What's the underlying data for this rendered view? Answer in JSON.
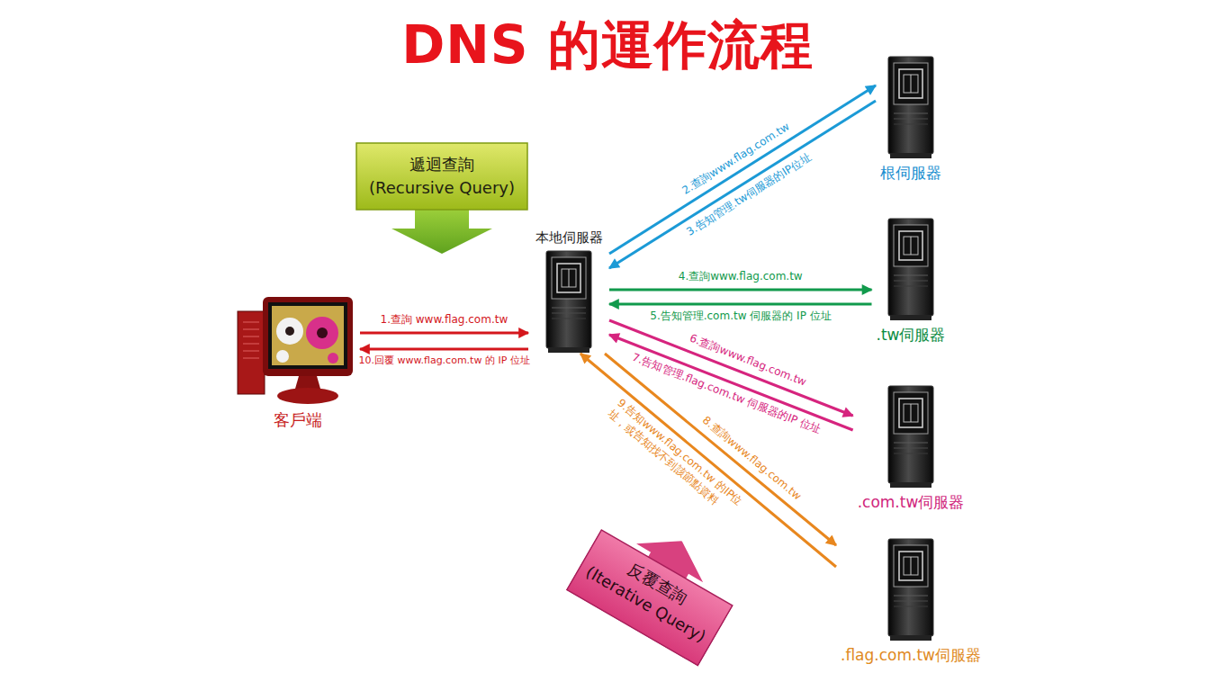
{
  "diagram": {
    "title": "DNS 的運作流程",
    "nodes": [
      {
        "text": [
          "遞迴查詢",
          "(Recursive Query)"
        ]
      },
      {
        "text": [
          "根伺服器"
        ]
      },
      {
        "text": [
          "本地伺服器"
        ]
      },
      {
        "text": [
          ".tw伺服器"
        ]
      },
      {
        "text": [
          "客戶端"
        ]
      },
      {
        "text": [
          ".com.tw伺服器"
        ]
      },
      {
        "text": [
          "反覆查詢",
          "(Iterative Query)"
        ]
      },
      {
        "text": [
          ".flag.com.tw伺服器"
        ]
      }
    ],
    "edges": [
      {
        "from": 4,
        "to": 2,
        "label": "1.查詢 www.flag.com.tw",
        "arrow": "to"
      },
      {
        "from": 2,
        "to": 1,
        "label": "2.查詢www.flag.com.tw",
        "arrow": "to"
      },
      {
        "from": 1,
        "to": 2,
        "label": "3.告知管理.tw伺服器的IP位址",
        "arrow": "to"
      },
      {
        "from": 2,
        "to": 3,
        "label": "4.查詢www.flag.com.tw",
        "arrow": "to"
      },
      {
        "from": 3,
        "to": 2,
        "label": "5.告知管理.com.tw 伺服器的 IP 位址",
        "arrow": "to"
      },
      {
        "from": 2,
        "to": 5,
        "label": "6.查詢www.flag.com.tw",
        "arrow": "to"
      },
      {
        "from": 5,
        "to": 2,
        "label": "7.告知管理.flag.com.tw 伺服器的IP 位址",
        "arrow": "to"
      },
      {
        "from": 2,
        "to": 7,
        "label": "8.查詢www.flag.com.tw",
        "arrow": "to"
      },
      {
        "from": 7,
        "to": 2,
        "label": "9.告知www.flag.com.tw 的IP位址，或告知找不到該節點資料",
        "arrow": "to"
      },
      {
        "from": 2,
        "to": 4,
        "label": "10.回覆 www.flag.com.tw 的 IP 位址",
        "arrow": "to"
      }
    ]
  }
}
